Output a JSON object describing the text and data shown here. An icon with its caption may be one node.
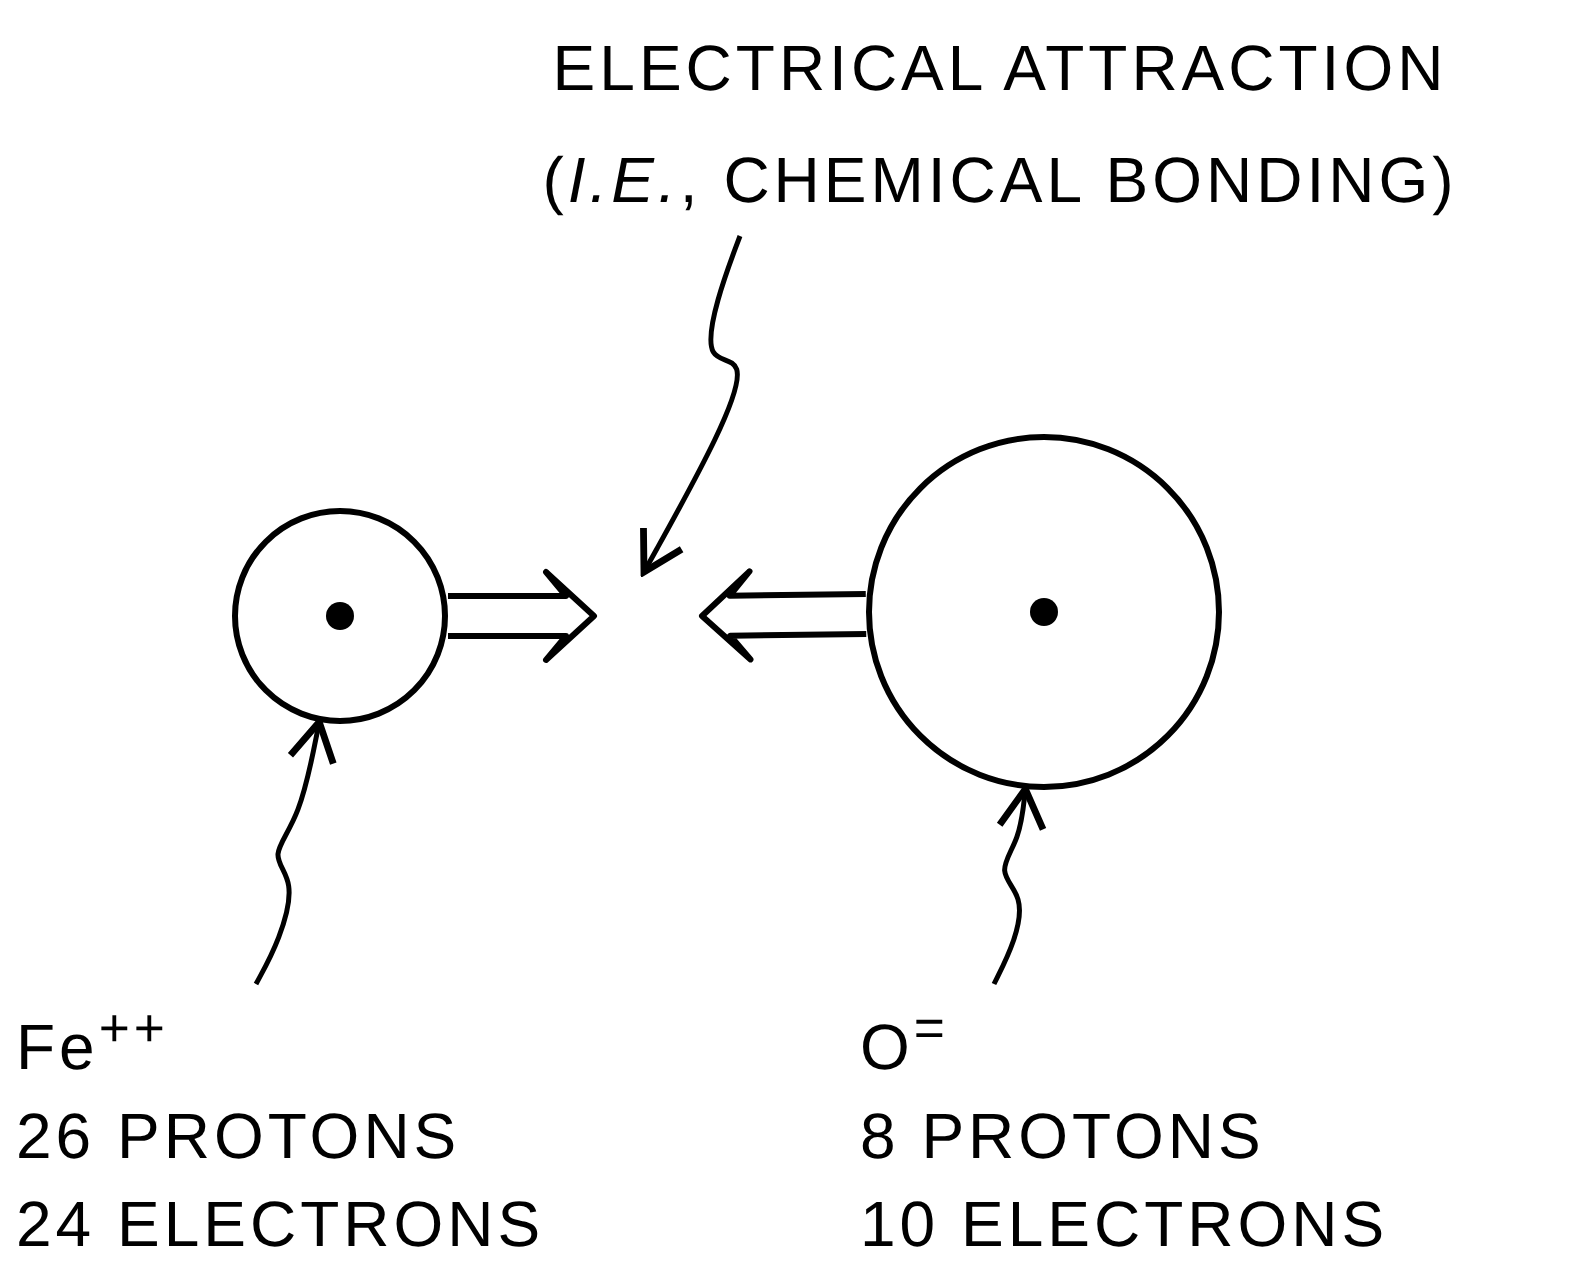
{
  "diagram": {
    "nodes": [
      {
        "text": [
          "ELECTRICAL ATTRACTION (*I.E.*, CHEMICAL BONDING)"
        ]
      },
      {
        "text": [],
        "shape": "circle"
      },
      {
        "text": [],
        "shape": "circle"
      },
      {
        "text": [
          "Fe$^{++}$",
          "26 PROTONS",
          "24 ELECTRONS"
        ]
      },
      {
        "text": [
          "O$^{=}$",
          "8 PROTONS",
          "10 ELECTRONS"
        ]
      }
    ],
    "edges": [
      {
        "from": 0,
        "to": null,
        "arrow": "to"
      },
      {
        "from": 1,
        "to": null,
        "arrow": "to",
        "style": "thick"
      },
      {
        "from": 2,
        "to": null,
        "arrow": "to",
        "style": "thick"
      },
      {
        "from": 3,
        "to": 1,
        "arrow": "to"
      },
      {
        "from": 4,
        "to": 2,
        "arrow": "to"
      }
    ]
  }
}
